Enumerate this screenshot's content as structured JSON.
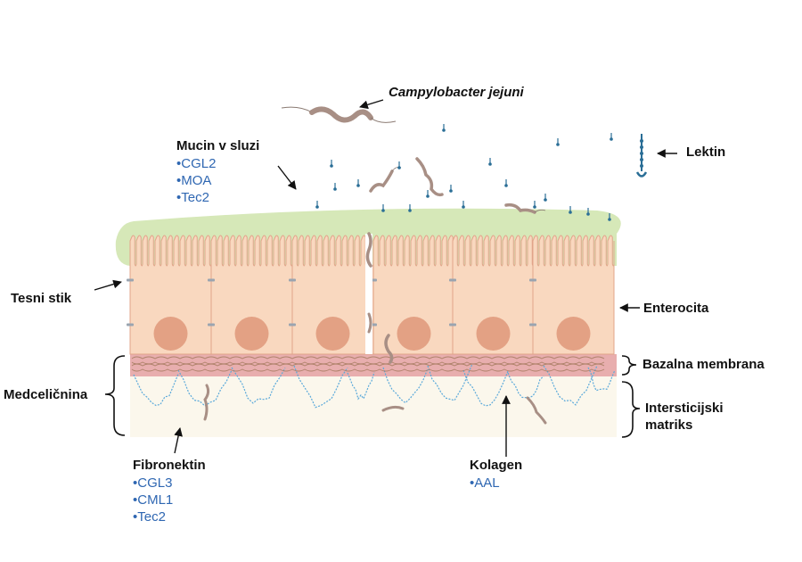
{
  "labels": {
    "bacterium": "Campylobacter jejuni",
    "mucin": "Mucin v sluzi",
    "lectin": "Lektin",
    "tight_junction": "Tesni stik",
    "enterocyte": "Enterocita",
    "basal_membrane": "Bazalna membrana",
    "extracellular": "Medceličnina",
    "interstitial_line1": "Intersticijski",
    "interstitial_line2": "matriks",
    "fibronectin": "Fibronektin",
    "collagen": "Kolagen"
  },
  "mucin_lectins": [
    "•CGL2",
    "•MOA",
    "•Tec2"
  ],
  "fibronectin_lectins": [
    "•CGL3",
    "•CML1",
    "•Tec2"
  ],
  "collagen_lectins": [
    "•AAL"
  ],
  "colors": {
    "mucus": "#d6e8b8",
    "cell": "#f9d8bf",
    "cell_border": "#e1a48a",
    "nucleus": "#e3a184",
    "basal": "#e8aeae",
    "matrix": "#fbf7ec",
    "fiber": "#5aa9da",
    "bacterium": "#a88f85",
    "lectin": "#2a6e96",
    "blue_text": "#2f67b2"
  }
}
